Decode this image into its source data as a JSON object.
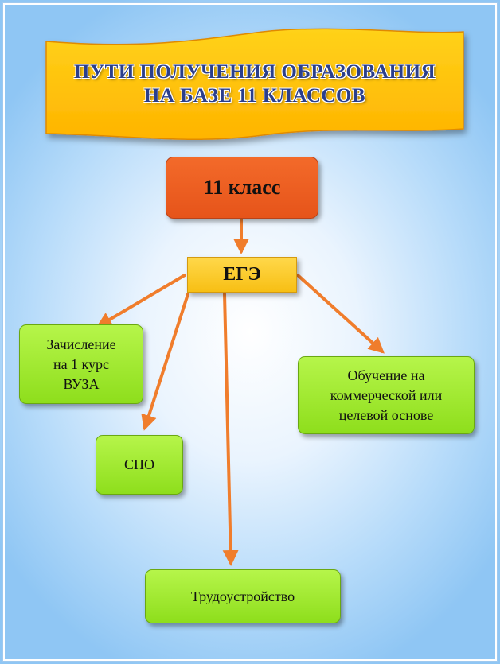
{
  "title": {
    "line1": "ПУТИ ПОЛУЧЕНИЯ ОБРАЗОВАНИЯ",
    "line2": "НА БАЗЕ 11 КЛАССОВ"
  },
  "nodes": {
    "class11": "11 класс",
    "ege": "ЕГЭ",
    "vuz": [
      "Зачисление",
      "на 1 курс",
      "ВУЗА"
    ],
    "obuchenie": [
      "Обучение на",
      "коммерческой или",
      "целевой основе"
    ],
    "spo": "СПО",
    "trud": "Трудоустройство"
  },
  "colors": {
    "banner": "#ffc000",
    "title_text": "#2b3f8c",
    "class_box": "#ee5f22",
    "ege_box": "#fccb2e",
    "green_box": "#a3e931",
    "arrow": "#f07d2c"
  }
}
